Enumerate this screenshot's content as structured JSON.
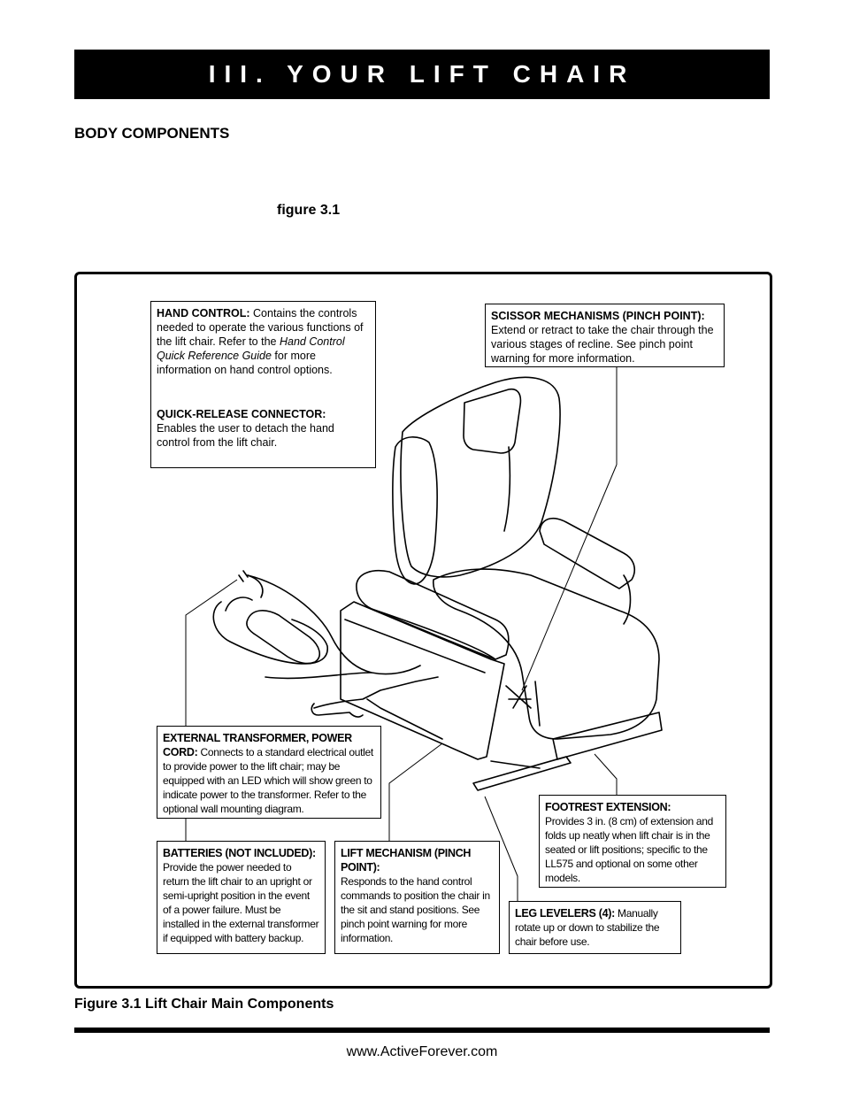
{
  "header": {
    "title": "III. YOUR LIFT CHAIR"
  },
  "section": {
    "heading": "BODY COMPONENTS"
  },
  "figure": {
    "label": "figure 3.1",
    "caption": "Figure 3.1 Lift Chair Main Components"
  },
  "callouts": {
    "hand_control": {
      "title": "HAND CONTROL:",
      "text_a": " Contains the controls needed to operate the various functions of the lift chair. Refer to the ",
      "text_italic": "Hand Control Quick Reference Guide",
      "text_b": " for more information on hand control options."
    },
    "quick_release": {
      "title": "QUICK-RELEASE CONNECTOR:",
      "text": "Enables the user to detach the hand control from the lift chair."
    },
    "scissor": {
      "title": "SCISSOR MECHANISMS (PINCH POINT):",
      "text": "Extend or retract to take the chair through the various stages of recline. See pinch point warning for more information."
    },
    "transformer": {
      "title": "EXTERNAL TRANSFORMER, POWER CORD:",
      "text": " Connects to a standard electrical outlet to provide power to the lift chair; may be equipped with an LED which will show green to indicate power to the transformer. Refer to the optional wall mounting diagram."
    },
    "batteries": {
      "title": "BATTERIES (NOT INCLUDED):",
      "text": "Provide the power needed to return the lift chair to an upright or semi-upright position in the event of a power failure. Must be installed in the external transformer if equipped with battery backup."
    },
    "lift_mechanism": {
      "title": "LIFT MECHANISM (PINCH POINT):",
      "text": "Responds to the hand control commands to position the chair in the sit and stand positions. See pinch point warning for more information."
    },
    "footrest": {
      "title": "FOOTREST EXTENSION:",
      "text": "Provides 3 in. (8 cm) of extension and folds up neatly when lift chair is in the seated or lift positions; specific to the LL575 and optional on some other models."
    },
    "leg_levelers": {
      "title": "LEG LEVELERS (4):",
      "text": " Manually rotate up or down to stabilize the chair before use."
    }
  },
  "footer": {
    "url": "www.ActiveForever.com"
  }
}
